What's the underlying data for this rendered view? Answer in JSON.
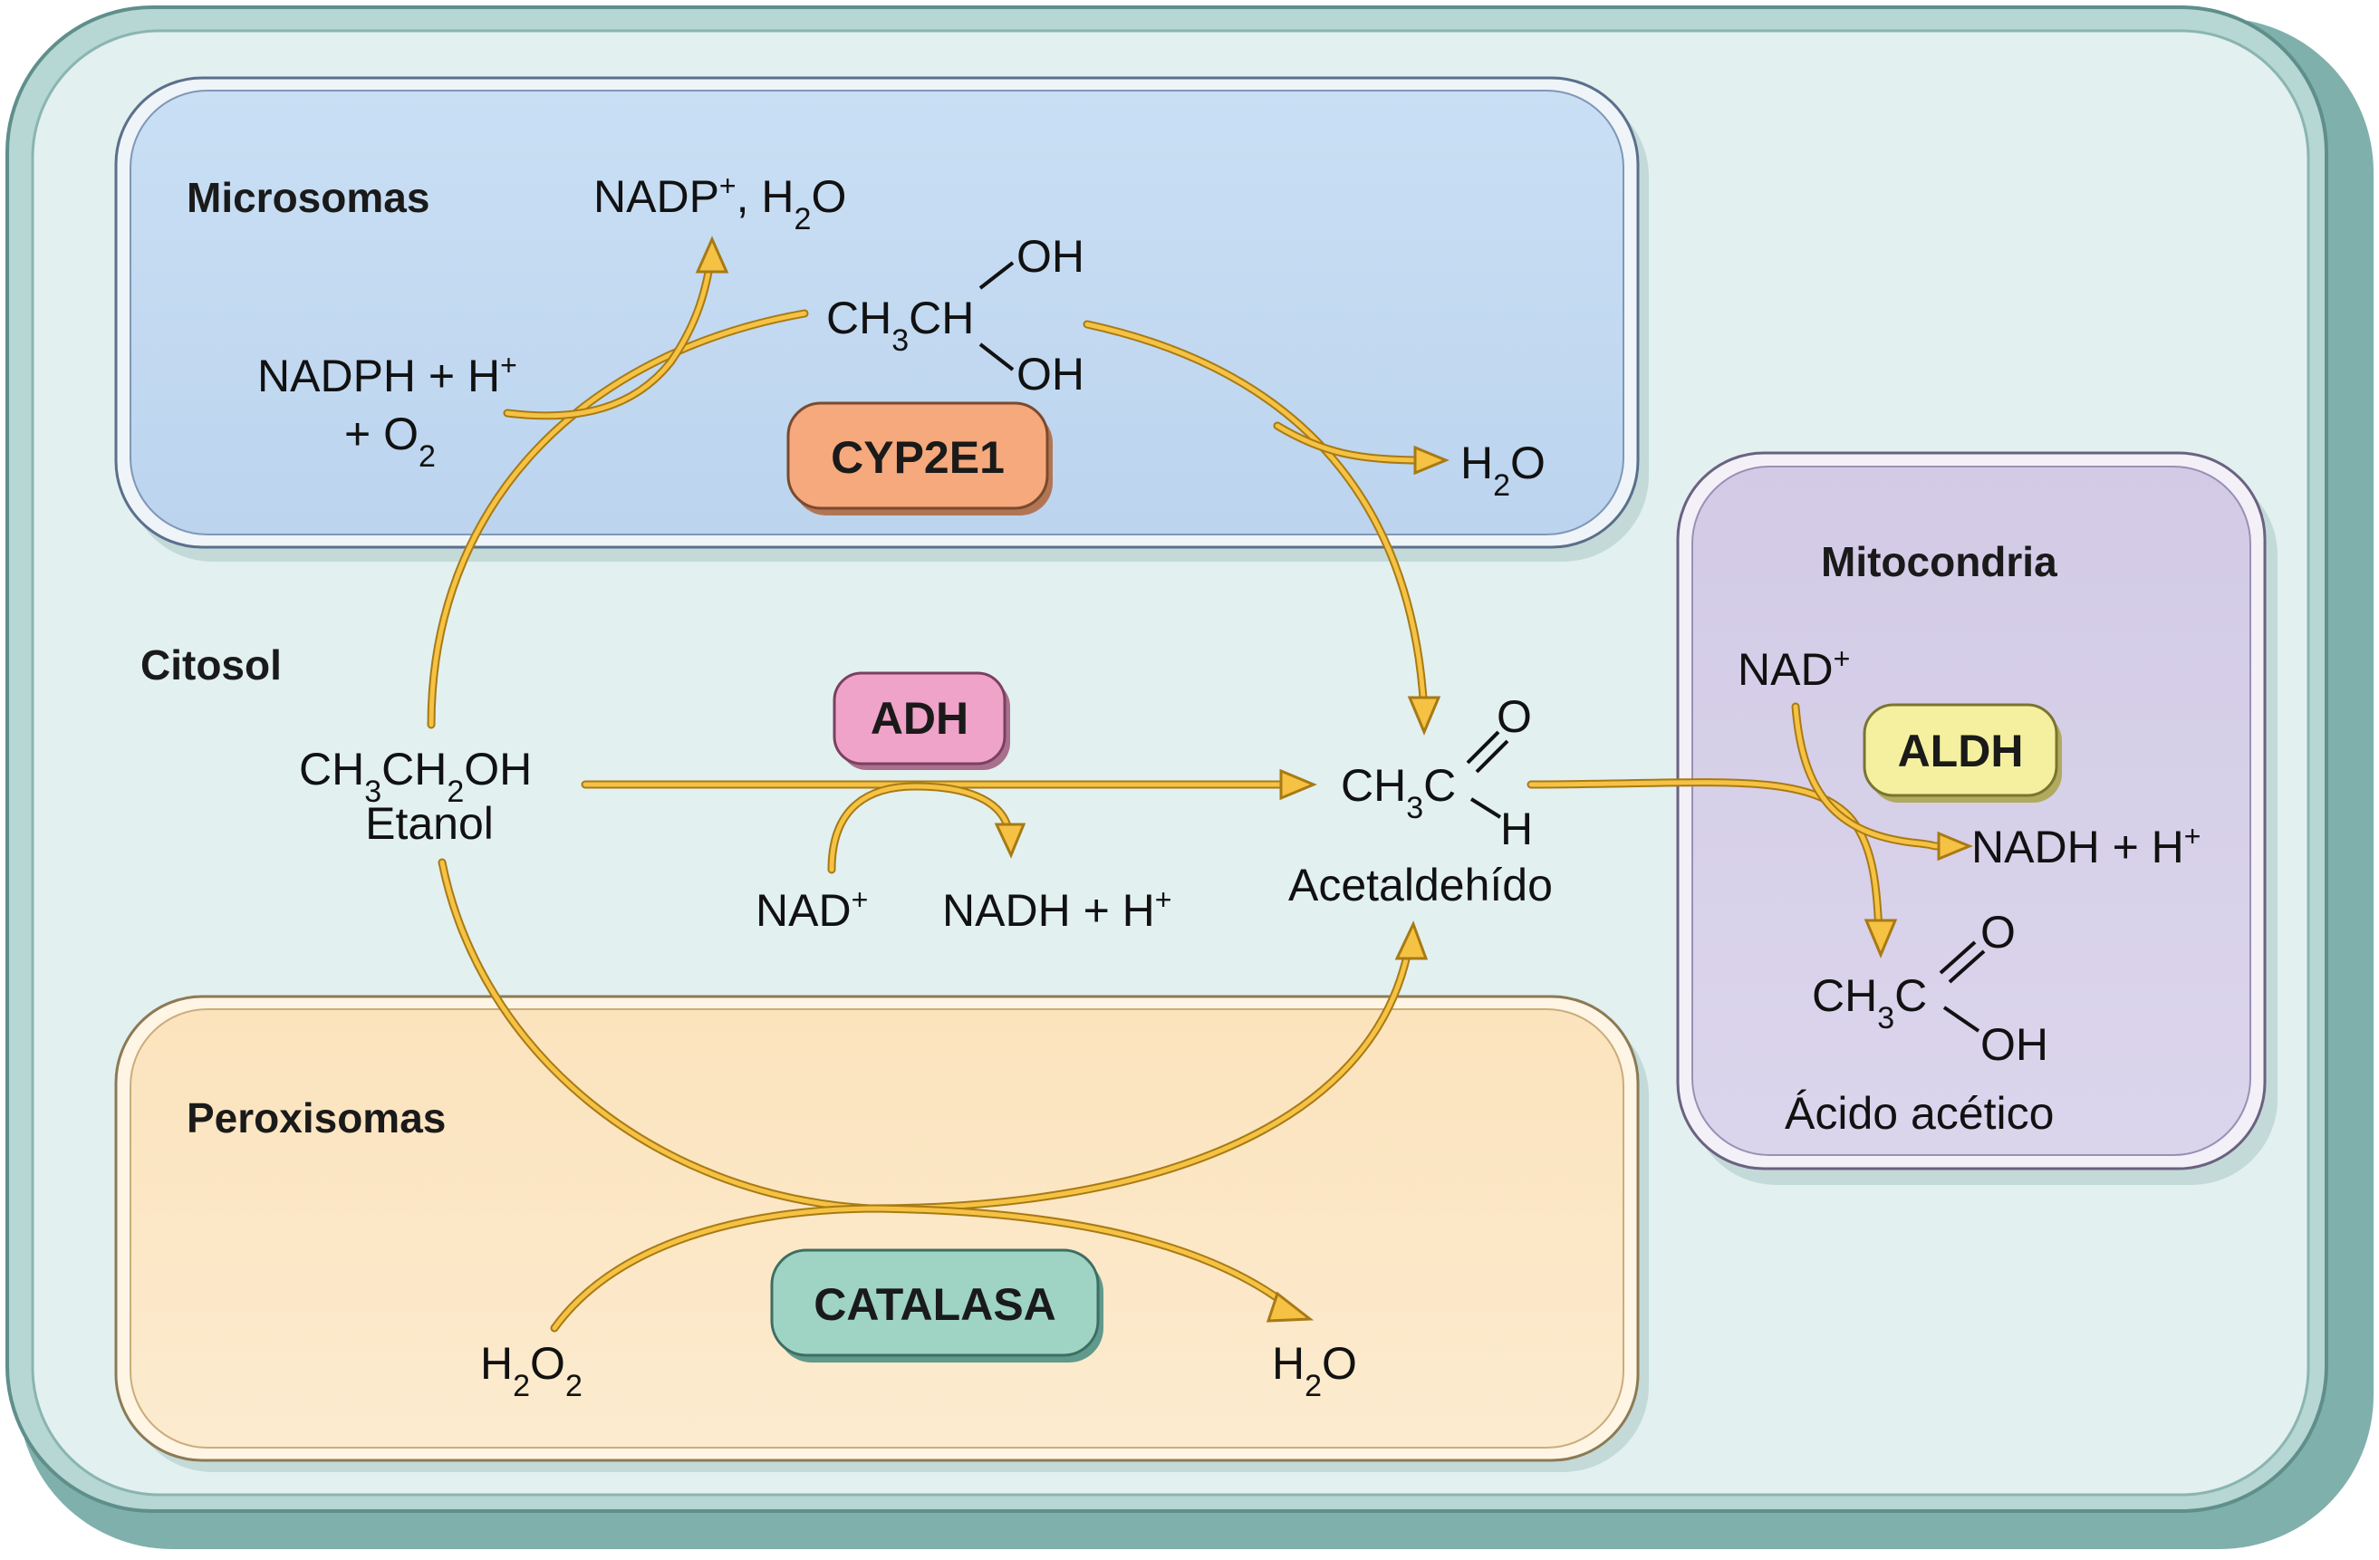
{
  "compartments": {
    "citosol": "Citosol",
    "microsomas": "Microsomas",
    "peroxisomas": "Peroxisomas",
    "mitocondria": "Mitocondria"
  },
  "enzymes": {
    "cyp2e1": "CYP2E1",
    "adh": "ADH",
    "catalasa": "CATALASA",
    "aldh": "ALDH"
  },
  "molecules": {
    "etanol_formula": "CH3CH2OH",
    "etanol_name": "Etanol",
    "acetaldehido_name": "Acetaldehído",
    "acido_acetico_name": "Ácido acético"
  },
  "cofactors": {
    "nadp_h2o": "NADP+, H2O",
    "nadph_line1": "NADPH + H+",
    "nadph_line2": "+ O2",
    "h2o_microsomas": "H2O",
    "nad_adh": "NAD+",
    "nadh_adh": "NADH + H+",
    "nad_aldh": "NAD+",
    "nadh_aldh": "NADH + H+",
    "h2o2": "H2O2",
    "h2o_peroxisomas": "H2O"
  },
  "colors": {
    "outer_cell": "#8cbcb8",
    "cytosol": "#e2f0f0",
    "microsomas": "#c4dcf2",
    "peroxisomas": "#fbe6c2",
    "mitocondria": "#d8d2ea",
    "cyp2e1": "#f5a97c",
    "adh": "#efa3c8",
    "catalasa": "#9fd3c4",
    "aldh": "#f4f0a0",
    "arrow": "#f6c244"
  }
}
